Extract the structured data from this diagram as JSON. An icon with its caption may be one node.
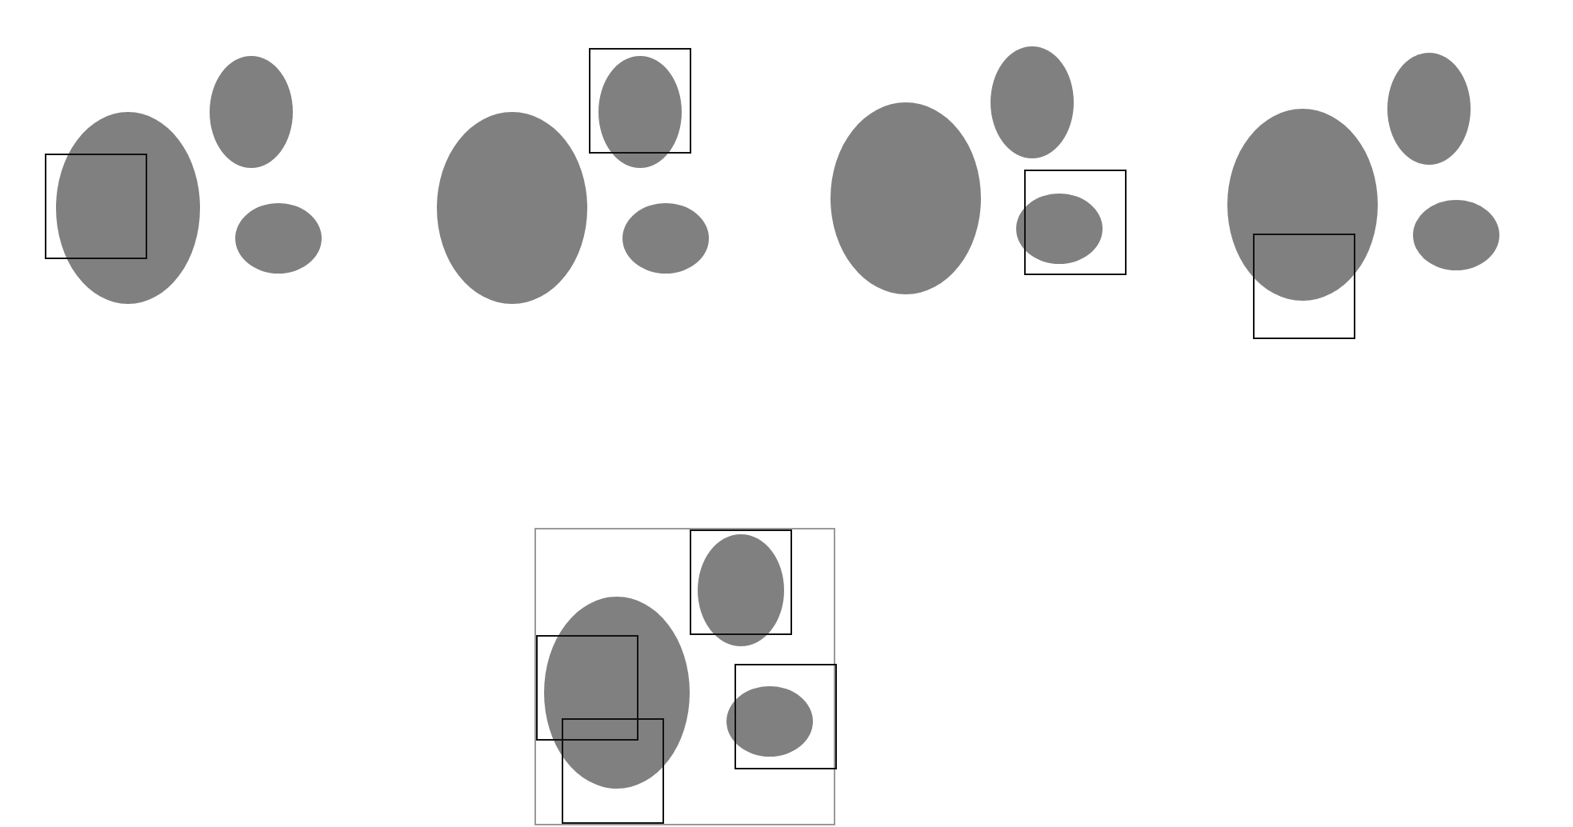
{
  "diagram": {
    "nodes": [
      {
        "text": [],
        "shape": "ellipse"
      },
      {
        "text": [],
        "shape": "ellipse"
      },
      {
        "text": [],
        "shape": "ellipse"
      },
      {
        "text": [],
        "shape": "box"
      },
      {
        "text": [],
        "shape": "box"
      },
      {
        "text": [],
        "shape": "ellipse"
      },
      {
        "text": [],
        "shape": "ellipse"
      },
      {
        "text": [],
        "shape": "ellipse"
      },
      {
        "text": [],
        "shape": "ellipse"
      },
      {
        "text": [],
        "shape": "ellipse"
      },
      {
        "text": [],
        "shape": "box"
      },
      {
        "text": [],
        "shape": "ellipse"
      },
      {
        "text": [],
        "shape": "ellipse"
      },
      {
        "text": [],
        "shape": "ellipse"
      },
      {
        "text": [],
        "shape": "ellipse"
      },
      {
        "text": [],
        "shape": "box"
      },
      {
        "text": [],
        "shape": "box"
      },
      {
        "text": [],
        "shape": "box",
        "in": 16
      },
      {
        "text": [],
        "shape": "ellipse",
        "in": 16
      },
      {
        "text": [],
        "shape": "ellipse",
        "in": 16
      },
      {
        "text": [],
        "shape": "box",
        "in": 16
      },
      {
        "text": [],
        "shape": "box",
        "in": 16
      },
      {
        "text": [],
        "shape": "ellipse",
        "in": 16
      },
      {
        "text": [],
        "shape": "box",
        "in": 16
      }
    ]
  }
}
